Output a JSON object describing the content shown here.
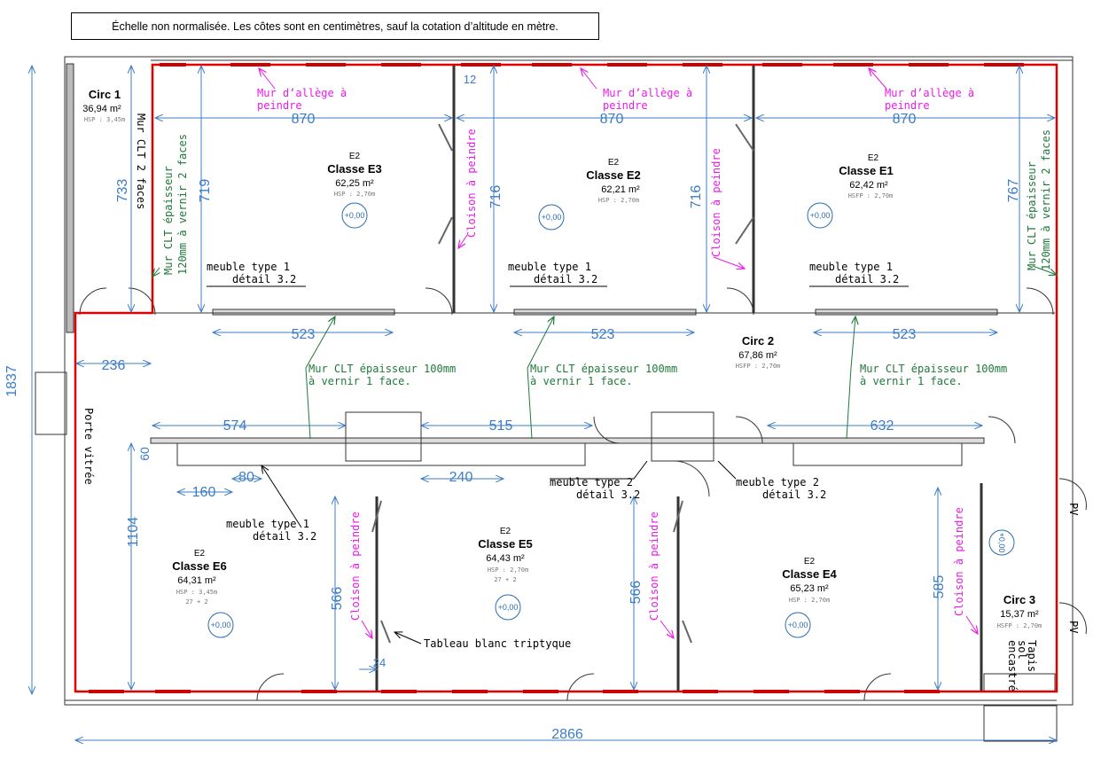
{
  "header": {
    "note": "Échelle non normalisée. Les côtes sont en centimètres, sauf la cotation d’altitude en mètre."
  },
  "colors": {
    "dimension": "#3c7cc6",
    "paint_note": "#e81ce6",
    "wall_note": "#1f7a3a",
    "red_wall": "#e00000"
  },
  "rooms": {
    "circ1": {
      "name": "Circ 1",
      "area": "36,94 m²",
      "hsp": "HSP : 3,45m"
    },
    "e3": {
      "type": "E2",
      "name": "Classe E3",
      "area": "62,25 m²",
      "hsp": "HSP : 2,70m",
      "level": "+0,00"
    },
    "e2": {
      "type": "E2",
      "name": "Classe E2",
      "area": "62,21 m²",
      "hsp": "HSP : 2,70m",
      "level": "+0,00"
    },
    "e1": {
      "type": "E2",
      "name": "Classe E1",
      "area": "62,42 m²",
      "hsp": "HSFP : 2,70m",
      "level": "+0,00"
    },
    "circ2": {
      "name": "Circ 2",
      "area": "67,86 m²",
      "hsp": "HSFP : 2,70m"
    },
    "e6": {
      "type": "E2",
      "name": "Classe E6",
      "area": "64,31 m²",
      "hsp": "HSP : 3,45m",
      "capacity": "27 + 2",
      "level": "+0,00"
    },
    "e5": {
      "type": "E2",
      "name": "Classe E5",
      "area": "64,43 m²",
      "hsp": "HSP : 2,70m",
      "capacity": "27 + 2",
      "level": "+0,00"
    },
    "e4": {
      "type": "E2",
      "name": "Classe E4",
      "area": "65,23 m²",
      "hsp": "HSP : 2,70m",
      "level": "+0,00"
    },
    "circ3": {
      "name": "Circ 3",
      "area": "15,37 m²",
      "hsp": "HSFP : 2,70m",
      "level": "+0,00"
    }
  },
  "dimensions": {
    "overall_height": "1837",
    "overall_width": "2866",
    "circ1_h": "733",
    "e3_h": "719",
    "e2_h": "716",
    "e1_h": "716",
    "e1_h2": "767",
    "w_e3": "870",
    "w_e2": "870",
    "w_e1": "870",
    "d12": "12",
    "f_e3": "523",
    "f_e2": "523",
    "f_e1": "523",
    "d236": "236",
    "d574": "574",
    "d515": "515",
    "d632": "632",
    "d60": "60",
    "d160": "160",
    "d80": "80",
    "d240": "240",
    "d1104": "1104",
    "d566a": "566",
    "d566b": "566",
    "d585": "585",
    "d24": "24"
  },
  "notes": {
    "allege": [
      "Mur d’allège à",
      "peindre"
    ],
    "clt120": [
      "Mur CLT épaisseur",
      "120mm à vernir 2 faces"
    ],
    "clt2faces": "Mur CLT 2 faces",
    "clt100": [
      "Mur CLT épaisseur 100mm",
      "à vernir 1 face."
    ],
    "cloison": "Cloison à peindre",
    "meuble1": [
      "meuble type 1",
      "détail 3.2"
    ],
    "meuble2": [
      "meuble type 2",
      "détail 3.2"
    ],
    "tableau": "Tableau blanc triptyque",
    "porte_vitree": "Porte vitrée",
    "tapis": [
      "Tapis",
      "sol",
      "encastré"
    ],
    "pv": "PV"
  }
}
